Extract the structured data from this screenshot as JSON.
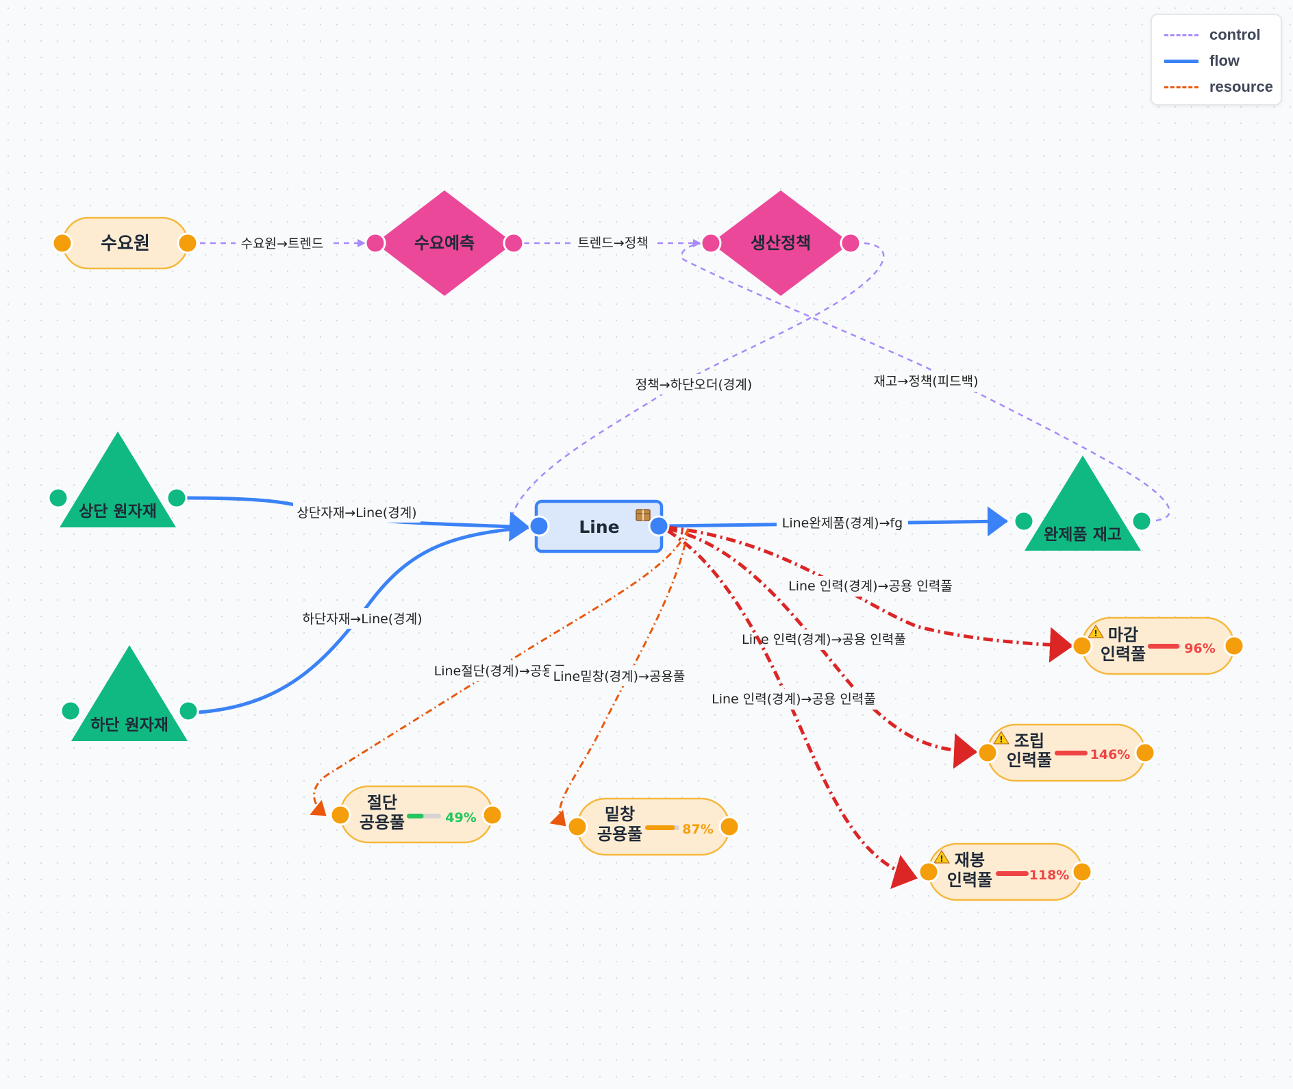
{
  "legend": {
    "items": [
      {
        "label": "control",
        "color": "#a78bfa",
        "style": "dashed"
      },
      {
        "label": "flow",
        "color": "#3b82f6",
        "style": "solid"
      },
      {
        "label": "resource",
        "color": "#ea580c",
        "style": "dash-dot"
      }
    ]
  },
  "colors": {
    "control": "#a78bfa",
    "flow": "#3b82f6",
    "resource_orange": "#ea580c",
    "resource_red": "#dc2626",
    "triangle": "#10b981",
    "diamond": "#ec4899",
    "pill_fill": "#fdecd2",
    "pill_stroke": "#f5b83d",
    "handle_orange": "#f59e0b",
    "handle_green": "#10b981",
    "handle_pink": "#ec4899",
    "handle_blue": "#3b82f6",
    "process_fill": "#dbe8fb"
  },
  "nodes": {
    "demand_source": {
      "label": "수요원",
      "shape": "pill"
    },
    "demand_forecast": {
      "label": "수요예측",
      "shape": "diamond"
    },
    "production_policy": {
      "label": "생산정책",
      "shape": "diamond"
    },
    "upper_raw": {
      "label": "상단 원자재",
      "shape": "triangle"
    },
    "lower_raw": {
      "label": "하단 원자재",
      "shape": "triangle"
    },
    "line": {
      "label": "Line",
      "shape": "process",
      "icon": "package-icon"
    },
    "finished_stock": {
      "label": "완제품 재고",
      "shape": "triangle"
    },
    "finishing_pool": {
      "label1": "마감",
      "label2": "인력풀",
      "percent": "96%",
      "fill": 0.96,
      "color": "#ef4444",
      "warning": true
    },
    "assembly_pool": {
      "label1": "조립",
      "label2": "인력풀",
      "percent": "146%",
      "fill": 1.0,
      "color": "#ef4444",
      "warning": true
    },
    "sewing_pool": {
      "label1": "재봉",
      "label2": "인력풀",
      "percent": "118%",
      "fill": 1.0,
      "color": "#ef4444",
      "warning": true
    },
    "cutting_pool": {
      "label1": "절단",
      "label2": "공용풀",
      "percent": "49%",
      "fill": 0.49,
      "color": "#22c55e",
      "warning": false
    },
    "sole_pool": {
      "label1": "밑창",
      "label2": "공용풀",
      "percent": "87%",
      "fill": 0.87,
      "color": "#f59e0b",
      "warning": false
    }
  },
  "edges": {
    "demand_to_trend": "수요원→트렌드",
    "trend_to_policy": "트렌드→정책",
    "policy_to_order": "정책→하단오더(경계)",
    "stock_to_policy": "재고→정책(피드백)",
    "upper_to_line": "상단자재→Line(경계)",
    "lower_to_line": "하단자재→Line(경계)",
    "line_to_fg": "Line완제품(경계)→fg",
    "labor_finishing": "Line 인력(경계)→공용 인력풀",
    "labor_assembly": "Line 인력(경계)→공용 인력풀",
    "labor_sewing": "Line 인력(경계)→공용 인력풀",
    "cut_pool": "Line절단(경계)→공용풀",
    "sole_pool": "Line밑창(경계)→공용풀"
  }
}
